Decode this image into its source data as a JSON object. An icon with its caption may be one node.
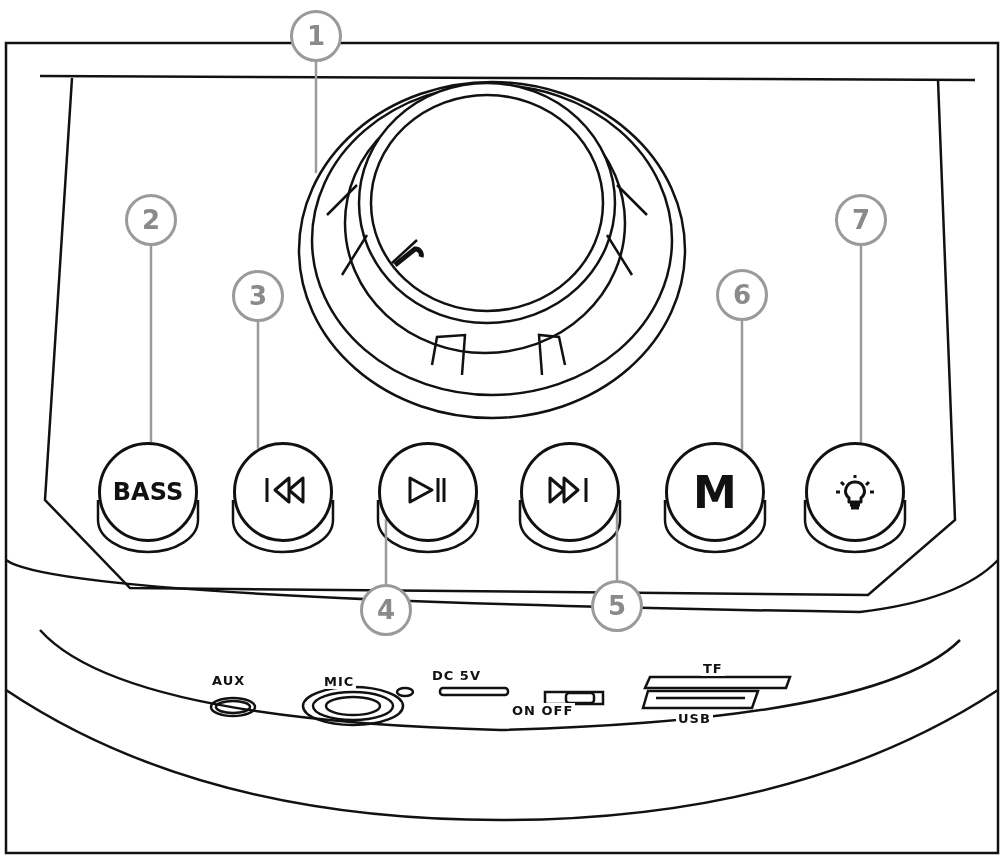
{
  "diagram": {
    "nodes": [
      {
        "text": [
          "1"
        ]
      },
      {
        "text": [],
        "shape": "circle"
      },
      {
        "text": [
          "2"
        ]
      },
      {
        "text": [
          "BASS"
        ]
      },
      {
        "text": [
          "3"
        ]
      },
      {
        "text": [],
        "shape": "circle"
      },
      {
        "text": [
          "4"
        ]
      },
      {
        "text": [],
        "shape": "circle"
      },
      {
        "text": [
          "5"
        ]
      },
      {
        "text": [],
        "shape": "circle"
      },
      {
        "text": [
          "6"
        ]
      },
      {
        "text": [
          "M"
        ]
      },
      {
        "text": [
          "7"
        ]
      },
      {
        "text": [],
        "shape": "circle"
      }
    ],
    "edges": [
      {
        "from": 0,
        "to": 1,
        "arrow": "none"
      },
      {
        "from": 2,
        "to": 3,
        "arrow": "none"
      },
      {
        "from": 4,
        "to": 5,
        "arrow": "none"
      },
      {
        "from": 6,
        "to": 7,
        "arrow": "none"
      },
      {
        "from": 8,
        "to": 9,
        "arrow": "none"
      },
      {
        "from": 10,
        "to": 11,
        "arrow": "none"
      },
      {
        "from": 12,
        "to": 13,
        "arrow": "none"
      }
    ],
    "labels": [
      "AUX",
      "MIC",
      "DC 5V",
      "ON OFF",
      "TF",
      "USB"
    ]
  }
}
